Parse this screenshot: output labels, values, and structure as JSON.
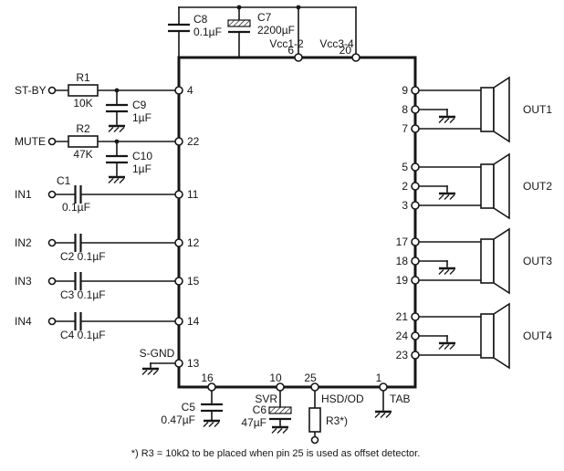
{
  "footnote": "*) R3 = 10kΩ to be placed when pin 25 is used as offset detector.",
  "top": {
    "c8": {
      "name": "C8",
      "value": "0.1µF"
    },
    "c7": {
      "name": "C7",
      "value": "2200µF"
    },
    "vcc12": {
      "label": "Vcc1-2",
      "pin": "6"
    },
    "vcc34": {
      "label": "Vcc3-4",
      "pin": "20"
    }
  },
  "left": {
    "stby": {
      "label": "ST-BY",
      "r_name": "R1",
      "r_value": "10K",
      "c_name": "C9",
      "c_value": "1µF",
      "pin": "4"
    },
    "mute": {
      "label": "MUTE",
      "r_name": "R2",
      "r_value": "47K",
      "c_name": "C10",
      "c_value": "1µF",
      "pin": "22"
    },
    "in1": {
      "label": "IN1",
      "c_name": "C1",
      "c_value": "0.1µF",
      "pin": "11"
    },
    "in2": {
      "label": "IN2",
      "c_label": "C2 0.1µF",
      "pin": "12"
    },
    "in3": {
      "label": "IN3",
      "c_label": "C3 0.1µF",
      "pin": "15"
    },
    "in4": {
      "label": "IN4",
      "c_label": "C4 0.1µF",
      "pin": "14"
    },
    "sgnd": {
      "label": "S-GND",
      "pin": "13"
    }
  },
  "right": {
    "out1": {
      "label": "OUT1",
      "pins": [
        "9",
        "8",
        "7"
      ]
    },
    "out2": {
      "label": "OUT2",
      "pins": [
        "5",
        "2",
        "3"
      ]
    },
    "out3": {
      "label": "OUT3",
      "pins": [
        "17",
        "18",
        "19"
      ]
    },
    "out4": {
      "label": "OUT4",
      "pins": [
        "21",
        "24",
        "23"
      ]
    }
  },
  "bottom": {
    "p16": {
      "pin": "16",
      "c_name": "C5",
      "c_value": "0.47µF"
    },
    "p10": {
      "pin": "10",
      "label": "SVR",
      "c_name": "C6",
      "c_value": "47µF"
    },
    "p25": {
      "pin": "25",
      "label": "HSD/OD",
      "r_label": "R3*)"
    },
    "p1": {
      "pin": "1",
      "label": "TAB"
    }
  }
}
